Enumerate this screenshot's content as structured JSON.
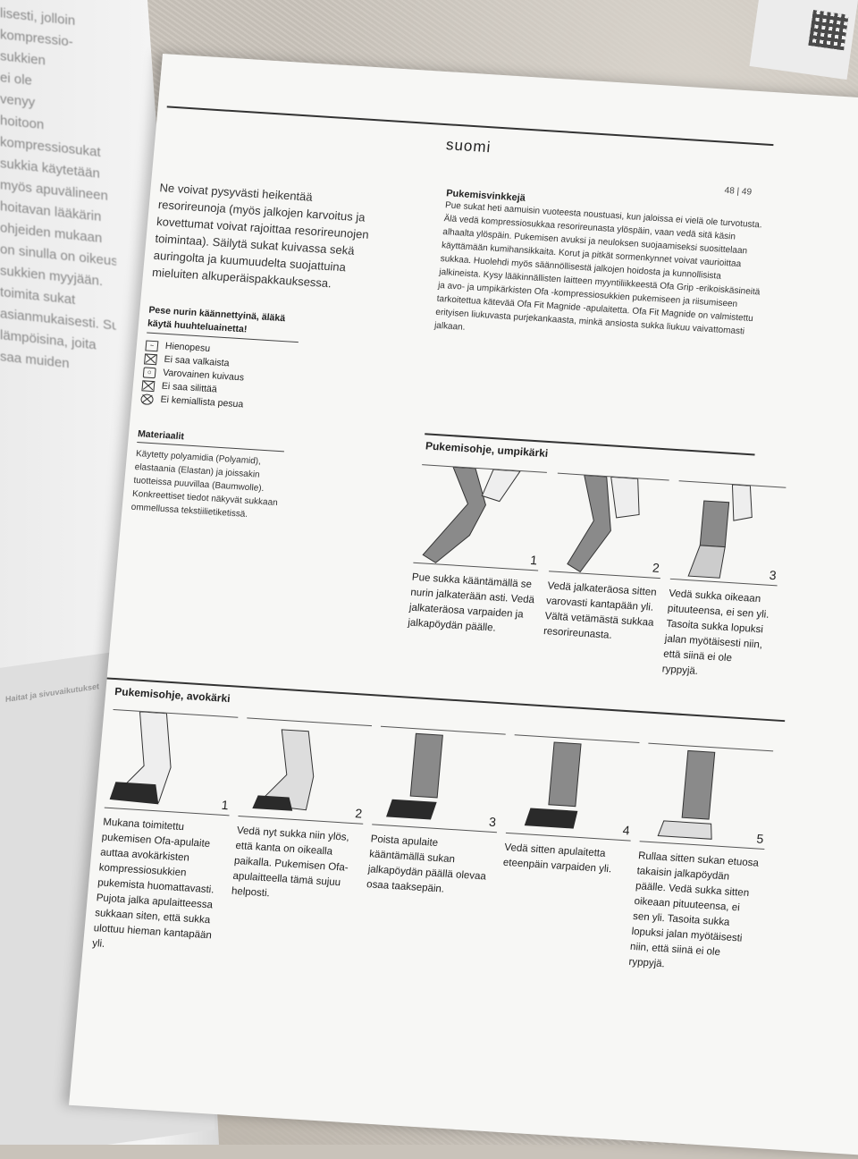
{
  "page": {
    "language_label": "suomi",
    "page_numbers": "48 | 49"
  },
  "intro": "Ne voivat pysyvästi heikentää resorireunoja (myös jalkojen karvoitus ja kovettumat voivat rajoittaa resorireunojen toimintaa). Säilytä sukat kuivassa sekä auringolta ja kuumuudelta suojattuina mieluiten alkuperäispakkauksessa.",
  "care": {
    "heading": "Pese nurin käännettyinä, äläkä käytä huuhteluainetta!",
    "items": [
      {
        "icon": "wash-tub-icon",
        "label": "Hienopesu"
      },
      {
        "icon": "no-bleach-icon",
        "label": "Ei saa valkaista"
      },
      {
        "icon": "tumble-dry-icon",
        "label": "Varovainen kuivaus"
      },
      {
        "icon": "no-iron-icon",
        "label": "Ei saa silittää"
      },
      {
        "icon": "no-dry-clean-icon",
        "label": "Ei kemiallista pesua"
      }
    ]
  },
  "material": {
    "heading": "Materiaalit",
    "body": "Käytetty polyamidia (Polyamid), elastaania (Elastan) ja joissakin tuotteissa puuvillaa (Baumwolle). Konkreettiset tiedot näkyvät sukkaan ommellussa tekstiilietiketissä."
  },
  "tips": {
    "heading": "Pukemisvinkkejä",
    "body": "Pue sukat heti aamuisin vuoteesta noustuasi, kun jaloissa ei vielä ole turvotusta. Älä vedä kompressiosukkaa resorireunasta ylöspäin, vaan vedä sitä käsin alhaalta ylöspäin. Pukemisen avuksi ja neuloksen suojaamiseksi suosittelaan käyttämään kumihansikkaita. Korut ja pitkät sormenkynnet voivat vaurioittaa sukkaa. Huolehdi myös säännöllisestä jalkojen hoidosta ja kunnollisista jalkineista. Kysy lääkinnällisten laitteen myyntiliikkeestä Ofa Grip -erikoiskäsineitä ja avo- ja umpikärkisten Ofa -kompressiosukkien pukemiseen ja riisumiseen tarkoitettua kätevää Ofa Fit Magnide -apulaitetta. Ofa Fit Magnide on valmistettu erityisen liukuvasta purjekankaasta, minkä ansiosta sukka liukuu vaivattomasti jalkaan."
  },
  "closed_toe": {
    "title": "Pukemisohje, umpikärki",
    "steps": [
      {
        "num": "1",
        "text": "Pue sukka kääntämällä se nurin jalkaterään asti. Vedä jalkateräosa varpaiden ja jalkapöydän päälle."
      },
      {
        "num": "2",
        "text": "Vedä jalkateräosa sitten varovasti kantapään yli. Vältä vetämästä sukkaa resorireunasta."
      },
      {
        "num": "3",
        "text": "Vedä sukka oikeaan pituuteensa, ei sen yli. Tasoita sukka lopuksi jalan myötäisesti niin, että siinä ei ole ryppyjä."
      }
    ]
  },
  "open_toe": {
    "title": "Pukemisohje, avokärki",
    "steps": [
      {
        "num": "1",
        "text": "Mukana toimitettu pukemisen Ofa-apulaite auttaa avokärkisten kompressiosukkien pukemista huomattavasti. Pujota jalka apulaitteessa sukkaan siten, että sukka ulottuu hieman kantapään yli."
      },
      {
        "num": "2",
        "text": "Vedä nyt sukka niin ylös, että kanta on oikealla paikalla. Pukemisen Ofa-apulaitteella tämä sujuu helposti."
      },
      {
        "num": "3",
        "text": "Poista apulaite kääntämällä sukan jalkapöydän päällä olevaa osaa taaksepäin."
      },
      {
        "num": "4",
        "text": "Vedä sitten apulaitetta eteenpäin varpaiden yli."
      },
      {
        "num": "5",
        "text": "Rullaa sitten sukan etuosa takaisin jalkapöydän päälle. Vedä sukka sitten oikeaan pituuteensa, ei sen yli. Tasoita sukka lopuksi jalan myötäisesti niin, että siinä ei ole ryppyjä."
      }
    ]
  },
  "left_page": {
    "lines": [
      "lisesti, jolloin",
      "kompressio-",
      "sukkien",
      "ei ole",
      "venyy",
      "hoitoon",
      "kompressiosukat",
      "sukkia käytetään",
      "myös apuvälineen",
      "hoitavan lääkärin",
      "ohjeiden mukaan",
      "on sinulla on oikeus",
      "sukkien myyjään.",
      "toimita sukat",
      "asianmukaisesti. Sukkien",
      "lämpöisina, joita",
      "saa muiden"
    ],
    "panel_heading": "Haitat ja sivuvaikutukset"
  },
  "colors": {
    "page": "#f7f7f5",
    "ink": "#222222",
    "sock_dark": "#2a2a2a",
    "sock_gray": "#8a8a8a"
  }
}
